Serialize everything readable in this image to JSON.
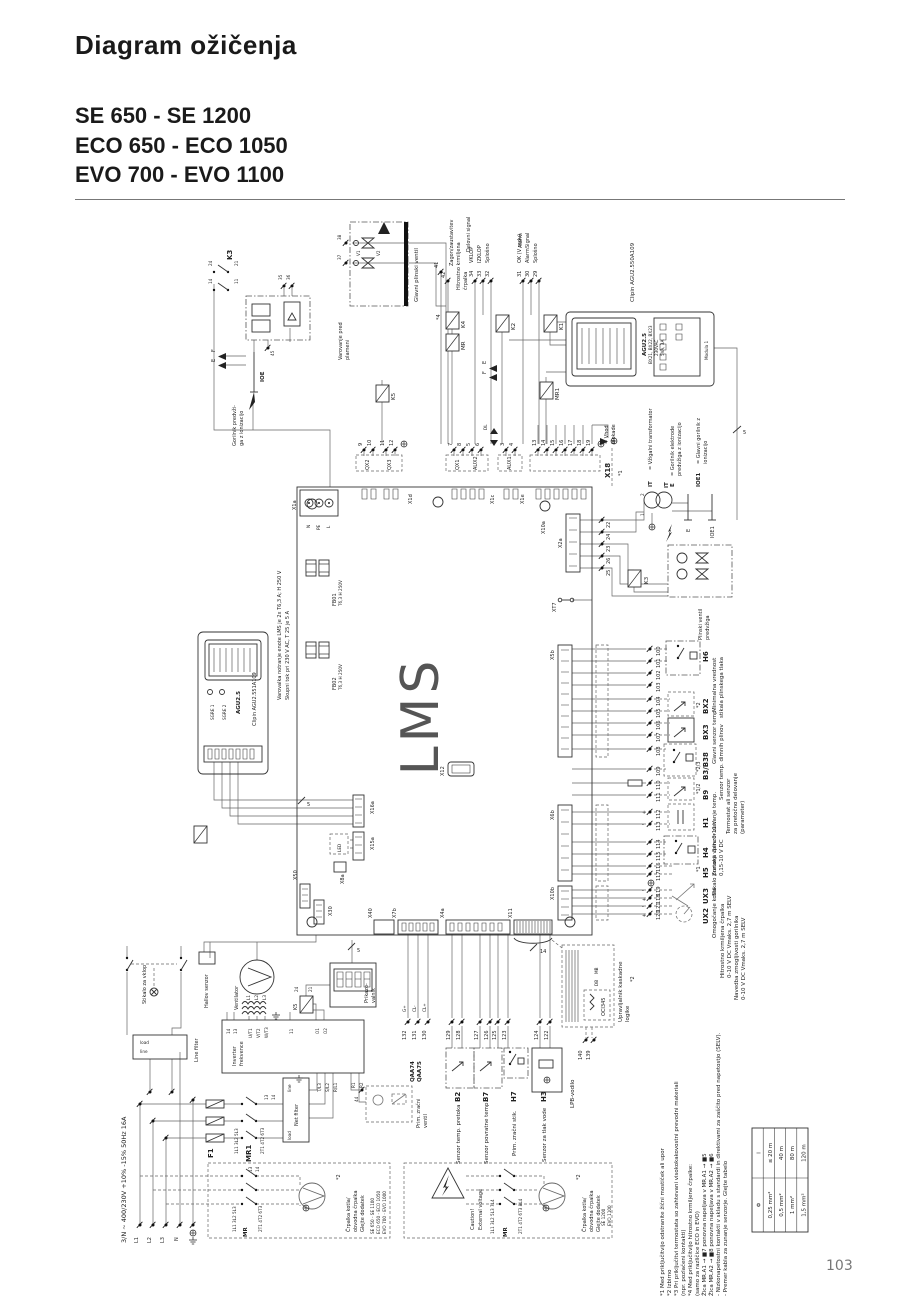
{
  "header": {
    "title": "Diagram ožičenja",
    "models": [
      "SE 650 - SE 1200",
      "ECO 650 - ECO 1050",
      "EVO 700 - EVO 1100"
    ]
  },
  "page_number": "103",
  "top": {
    "gas_valve": {
      "label": "Glavni plinski ventil",
      "v1": "V1",
      "v2": "V2",
      "t37": "37",
      "t38": "38"
    },
    "flame": {
      "k3": "K3",
      "t24": "24",
      "t21": "21",
      "t14": "14",
      "t11": "11",
      "box1": "Varovanje pred",
      "box2": "plameni",
      "ioe": "IOE",
      "t45": "45",
      "t35": "35",
      "t36": "36",
      "burner1": "Gorilnik predvži-",
      "burner2": "ga z ionizacijo",
      "e": "E",
      "f": "F"
    },
    "col1": {
      "t41": "41",
      "t42": "42",
      "l1": "Zagon/zaustavitev",
      "l2": "Hitrostno krmiljena",
      "l3": "črpalka"
    },
    "col2": {
      "title": "Delovni signal",
      "t34": "34",
      "on": "VKLOP",
      "t33": "33",
      "off": "IZKLOP",
      "t32": "32",
      "com": "Splošno"
    },
    "col3": {
      "t1": "Alarm",
      "t2": "Signal",
      "t31": "31",
      "ok": "OK (V redu)",
      "t30": "30",
      "alarm": "Alarm",
      "t29": "29",
      "com": "Splošno"
    },
    "relays": {
      "k4": "K4",
      "mr": "MR",
      "star4": "*4",
      "k2": "K2",
      "k1": "K1",
      "mr1": "MR1",
      "k5": "K5",
      "ef_e": "E",
      "ef_f": "F"
    }
  },
  "agu_top": {
    "clipin": "Clipin AGU2.550A109",
    "name": "AGU2.5",
    "l2": "BX21, BX22, BX23",
    "l3": "230VAC",
    "l4": "5VA, 3A",
    "module": "Modula 1"
  },
  "agu_left": {
    "clipin": "Clipin AGU2.551A109",
    "name": "AGU2.5",
    "sgre1": "SGRE 1",
    "sgre2": "SGRE 2"
  },
  "notes": {
    "fuse1": "Varovalka notranje enote LMS je 2x T6,3 A; H 250 V",
    "fuse2": "Skupni tok pri 230 V AC, T 25 je 5 A"
  },
  "board": {
    "lms": "LMS",
    "x1a": "X1a",
    "pn": "N",
    "ppe": "PE",
    "pl": "L",
    "x1d": "X1d",
    "x1c": "X1c",
    "x1e": "X1e",
    "x10a": "X10a",
    "qx2": "QX2",
    "qx3": "QX3",
    "qx1": "QX1",
    "aux2": "AUX2",
    "aux1": "AUX1",
    "dl": "DL",
    "n9": "9",
    "n10": "10",
    "n11": "11",
    "n12": "12",
    "n7": "7",
    "n8": "8",
    "n5": "5",
    "n6": "6",
    "n3": "3",
    "n4": "4",
    "n13": "13",
    "n14": "14",
    "n15": "15",
    "n16": "16",
    "n17": "17",
    "n18": "18",
    "n19": "19",
    "fb01": "FB01",
    "fb01r": "T6,3 H 250V",
    "fb02": "FB02",
    "fb02r": "T6,3 H 250V",
    "x2a": "X2a",
    "xt7": "XT7",
    "x5b": "X5b",
    "x6b": "X6b",
    "x10b": "X10b",
    "x30": "X30",
    "x50": "X50",
    "x8a": "X8a",
    "x12": "X12",
    "x15a": "X15a",
    "x16a": "X16a",
    "led": "LED",
    "x7b": "X7b",
    "x4a": "X4a",
    "x11": "X11",
    "x40": "X40",
    "w5": "5",
    "w14": "14"
  },
  "ignition": {
    "x18": "X18",
    "star1": "*1",
    "eq1": "= Vhod",
    "eq2": "blokade",
    "leg_it_k": "IT",
    "leg_it_v": "= Vžigalni transformator",
    "leg_e_k": "E",
    "leg_e_v1": "= Gorilnik elektrode",
    "leg_e_v2": "predvžiga z ionizacijo",
    "leg_ioe_k": "IOE1",
    "leg_ioe_v1": "= Glavni gorilnik z",
    "leg_ioe_v2": "ionizacijo",
    "it": "IT",
    "p1": "1",
    "p2": "2",
    "e": "E",
    "ioe1": "IOE1",
    "t22": "22",
    "t24": "24",
    "t23": "23",
    "t26": "26",
    "t25": "25",
    "k3": "K3",
    "pilot1": "Plinski ventil",
    "pilot2": "predvžiga"
  },
  "right_io": [
    {
      "id": "H6",
      "a": "100",
      "b": "101",
      "note": "",
      "l1": "Minimalna vrednost",
      "l2": "stikala plinskega tlaka"
    },
    {
      "id": "",
      "a": "102",
      "b": "103",
      "note": "",
      "l1": "",
      "l2": ""
    },
    {
      "id": "BX2",
      "a": "104",
      "b": "105",
      "note": "*2",
      "l1": "Glavni senzor temp.",
      "l2": ""
    },
    {
      "id": "BX3",
      "a": "106",
      "b": "107",
      "note": "",
      "l1": "Senzor temp. dimnih plinov",
      "l2": ""
    },
    {
      "id": "B3/B38",
      "a": "108",
      "b": "109",
      "note": "*2/3",
      "l1": "Termostat ali senzor",
      "l2": "za pretočno delovanje",
      "l3": "(parameter)"
    },
    {
      "id": "B9",
      "a": "110",
      "b": "111",
      "note": "*1/2",
      "l1": "Senzor zunanje temp.",
      "l2": ""
    },
    {
      "id": "H1",
      "a": "112",
      "b": "113",
      "note": "",
      "l1": "Zunanji vpliv 0-10 V",
      "l2": "0,15-10 V DC"
    },
    {
      "id": "H4",
      "a": "114",
      "b": "115",
      "note": "",
      "l1": "Stikalo pretoka",
      "l2": ""
    },
    {
      "id": "H5",
      "a": "116",
      "b": "117",
      "note": "*1",
      "l1": "Omogočanje kotla",
      "l2": ""
    },
    {
      "id": "UX3",
      "a": "119",
      "b": "118",
      "note": "",
      "l1": "Hitrostno krmiljena črpalka",
      "l2": "0-10 V DC Vmaks. 2,7 m SELV"
    },
    {
      "id": "UX2",
      "a": "121",
      "b": "120",
      "note": "",
      "l1": "Navedba zmogljivosti gorilnika",
      "l2": "0-10 V DC Vmaks. 2,7 m SELV"
    }
  ],
  "sym": {
    "plus": "+",
    "minus": "-"
  },
  "bottom": {
    "supply": "3/N ~ 400/230V +10% -15%  50Hz 16A",
    "L1": "L1",
    "L2": "L2",
    "L3": "L3",
    "N": "N",
    "switch1": "Stikalo za vklop",
    "hall": "Hallov senzor",
    "fan": "Ventilator",
    "fl1": "L1",
    "fl2": "L2",
    "fl3": "L3",
    "line_filter": "Line filter",
    "lf_line": "line",
    "lf_load": "load",
    "inv1": "Inverter",
    "inv2": "frekvence",
    "ut1": "U/T1",
    "vt2": "V/T2",
    "wt3": "W/T3",
    "i14": "14",
    "i13": "13",
    "i11": "11",
    "o1": "O1",
    "o2": "O2",
    "tl3": "T/L3",
    "sl2": "S/L2",
    "rl1": "R/L1",
    "r1": "R1",
    "r2": "R2",
    "k5": "K5",
    "k24": "24",
    "k21": "21",
    "disp1": "Prikazo-",
    "disp2": "valnik",
    "nf": "Net filter",
    "nf_line": "line",
    "nf_load": "load",
    "f1": "F1",
    "mr1": "MR1",
    "m_top": "1L1 3L2 5L3",
    "m_bot": "2T1 4T2 6T3",
    "m13": "13",
    "m14": "14",
    "pv1": "Prim. zračni",
    "pv2": "ventil",
    "t44": "44"
  },
  "options": {
    "a": {
      "mr": "MR",
      "top": "1L1 3L2 5L3",
      "bot": "2T1 4T2 6T3",
      "m13": "13",
      "m14": "14",
      "star2": "*2",
      "p1": "Črpalka kotla/",
      "p2": "obvodna črpalka",
      "p3": "Glejte dodatek",
      "m1": "SE 650 - SE 1100",
      "m2": "ECO 650 - ECO 1050",
      "m3": "EVO 700 - EVO 1000"
    },
    "b": {
      "c1": "Caution!",
      "c2": "External voltage",
      "mr": "MR",
      "top": "1L1 3L2 5L3 7L4",
      "bot": "2T1 4T2 6T3 8L4",
      "star2": "*2",
      "p1": "Črpalka kotla/",
      "p2": "obvodna črpalka",
      "p3": "Glejte dodatek",
      "m1": "SE 1200",
      "m2": "EVO 1100"
    }
  },
  "sensors": [
    {
      "id": "B2",
      "t": [
        "129",
        "128"
      ],
      "label": "Senzor temp. pretoka"
    },
    {
      "id": "B7",
      "t": [
        "127",
        "126",
        "125"
      ],
      "label": "Senzor povratne temp."
    },
    {
      "id": "H7",
      "t": [
        "123"
      ],
      "label": "Prim. zračni stik."
    },
    {
      "id": "H3",
      "t": [
        "124",
        "122"
      ],
      "label": "Senzor za tlak vode"
    }
  ],
  "room_unit": {
    "t132": "132",
    "t131": "131",
    "t130": "130",
    "g": "G+",
    "cl1": "CL-",
    "cl2": "CL+",
    "n1": "QAA74",
    "n2": "QAA75"
  },
  "lpb": {
    "label": "LPB-vodilo",
    "t140": "140",
    "t139": "139"
  },
  "cascade": {
    "module": "OCI345",
    "l1": "Upravljalnik kaskadne",
    "l2": "logike",
    "star2": "*2",
    "mb": "MB",
    "db": "DB"
  },
  "footnotes": [
    "*1 Med priključitvijo odstranite žični mostiček ali upor",
    "*2 Izbirno",
    "*3 Pri priključitvi termostata so zahtevani visokokakovostni prevodni materiali",
    "     (npr. pozlačeni kontakti)",
    "*4 Med priključitvijo hitrostno krmiljene črpalke:",
    "     (samo za različice ECO in EVO)",
    "     Žica MR.A1 → ■7 ponovna napeljava v MR.A1 → ■5",
    "     Žica MR.A2 → ■8 ponovna napeljava v MR.A2 → ■6",
    "-  Nizkonapetostni kontakti v skladu s standardi in direktivami za zaščito pred napetostjo (SELV).",
    "-  Premer kabla za zunanje senzorje. Glejte tabelo"
  ],
  "table": {
    "h1": "Φ",
    "h2": "l",
    "r": [
      [
        "0,25 mm²",
        "≤ 20 m"
      ],
      [
        "0,5 mm²",
        "40 m"
      ],
      [
        "1 mm²",
        "80 m"
      ],
      [
        "1,5 mm²",
        "120 m"
      ]
    ]
  }
}
